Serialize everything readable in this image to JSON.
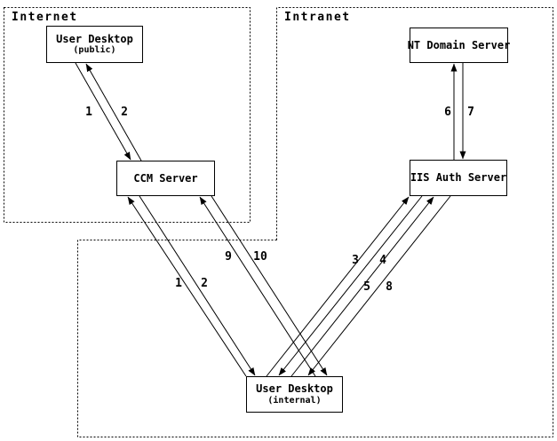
{
  "diagram": {
    "background_color": "#ffffff",
    "line_color": "#000000",
    "zones": [
      {
        "label": "Internet"
      },
      {
        "label": "Intranet"
      }
    ],
    "nodes": [
      {
        "title": "User Desktop",
        "subtitle": "(public)"
      },
      {
        "title": "NT Domain Server",
        "subtitle": ""
      },
      {
        "title": "CCM Server",
        "subtitle": ""
      },
      {
        "title": "IIS Auth Server",
        "subtitle": ""
      },
      {
        "title": "User Desktop",
        "subtitle": "(internal)"
      }
    ],
    "edges": [
      {
        "name": "user-desktop-public-to-ccm-server",
        "label": "1"
      },
      {
        "name": "ccm-server-to-user-desktop-public",
        "label": "2"
      },
      {
        "name": "iis-auth-server-to-nt-domain-server",
        "label": "6"
      },
      {
        "name": "nt-domain-server-to-iis-auth-server",
        "label": "7"
      },
      {
        "name": "user-desktop-internal-to-ccm-server",
        "label": "1"
      },
      {
        "name": "ccm-server-to-user-desktop-internal",
        "label": "2"
      },
      {
        "name": "user-desktop-internal-to-ccm-server-2",
        "label": "9"
      },
      {
        "name": "ccm-server-to-user-desktop-internal-2",
        "label": "10"
      },
      {
        "name": "user-desktop-internal-to-iis-auth-server",
        "label": "3"
      },
      {
        "name": "iis-auth-server-to-user-desktop-internal",
        "label": "4"
      },
      {
        "name": "user-desktop-internal-to-iis-auth-server-2",
        "label": "5"
      },
      {
        "name": "iis-auth-server-to-user-desktop-internal-2",
        "label": "8"
      }
    ]
  }
}
